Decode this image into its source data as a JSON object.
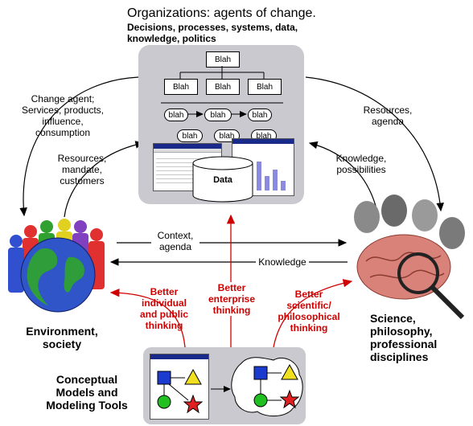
{
  "top": {
    "title": "Organizations: agents of change.",
    "subtitle_line1": "Decisions, processes, systems, data,",
    "subtitle_line2": "knowledge, politics"
  },
  "org_chart": {
    "root": "Blah",
    "children": [
      "Blah",
      "Blah",
      "Blah"
    ],
    "process_row1": [
      "blah",
      "blah",
      "blah"
    ],
    "process_row2": [
      "blah",
      "blah",
      "blah"
    ],
    "data_label": "Data"
  },
  "left_labels": {
    "change_agent": [
      "Change agent;",
      "Services, products,",
      "influence,",
      "consumption"
    ],
    "resources_mandate": [
      "Resources,",
      "mandate,",
      "customers"
    ]
  },
  "right_labels": {
    "resources_agenda": [
      "Resources,",
      "agenda"
    ],
    "knowledge_possibilities": [
      "Knowledge,",
      "possibilities"
    ]
  },
  "middle_labels": {
    "context_agenda": [
      "Context,",
      "agenda"
    ],
    "knowledge": "Knowledge"
  },
  "red_labels": {
    "individual": [
      "Better",
      "individual",
      "and public",
      "thinking"
    ],
    "enterprise": [
      "Better",
      "enterprise",
      "thinking"
    ],
    "scientific": [
      "Better",
      "scientific/",
      "philosophical",
      "thinking"
    ]
  },
  "nodes": {
    "environment": [
      "Environment,",
      "society"
    ],
    "science": [
      "Science,",
      "philosophy,",
      "professional",
      "disciplines"
    ],
    "models": [
      "Conceptual",
      "Models and",
      "Modeling Tools"
    ]
  },
  "colors": {
    "panel": "#c9c9cf",
    "red": "#d10000",
    "brain": "#d9827a",
    "globe": "#2f55c8"
  }
}
